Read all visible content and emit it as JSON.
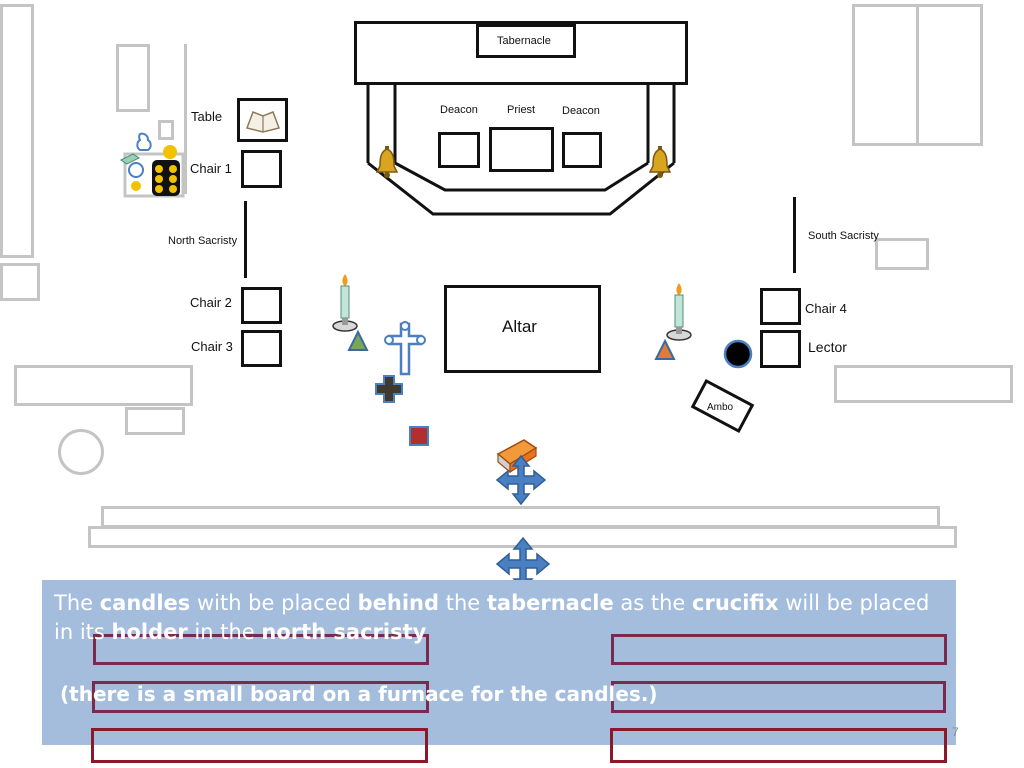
{
  "labels": {
    "tabernacle": "Tabernacle",
    "deacon_left": "Deacon",
    "priest": "Priest",
    "deacon_right": "Deacon",
    "table": "Table",
    "chair1": "Chair 1",
    "north_sacristy": "North Sacristy",
    "south_sacristy": "South Sacristy",
    "chair2": "Chair 2",
    "chair3": "Chair 3",
    "altar": "Altar",
    "chair4": "Chair 4",
    "lector": "Lector",
    "ambo": "Ambo"
  },
  "caption": {
    "p1": "The ",
    "b1": "candles",
    "p2": " with be placed ",
    "b2": "behind",
    "p3": " the ",
    "b3": "tabernacle",
    "p4": " as the ",
    "b4": "crucifix",
    "p5": " will be placed in its ",
    "b5": "holder",
    "p6": " in the ",
    "b6": "north sacristy",
    "note": "(there is a small board on a furnace for the candles.)"
  },
  "page_number": "7",
  "colors": {
    "caption_bg": "#a4bddd",
    "outline_gray": "#c4c4c4",
    "marker_blue": "#4a7fc1",
    "candle_marker_green": "#7aa55a",
    "candle_marker_orange": "#e07b39",
    "book_orange": "#e8731f",
    "cross_dark": "#4a3a2a",
    "square_red": "#b03030",
    "box_maroon": "#7a2a4a"
  },
  "icons": [
    "book-icon",
    "bell-icon",
    "candle-icon",
    "processional-cross-icon",
    "move-arrows-icon",
    "gospel-book-icon",
    "triangle-marker-icon",
    "circle-marker-icon",
    "cross-marker-icon",
    "square-marker-icon",
    "altar-server-items-icon"
  ]
}
